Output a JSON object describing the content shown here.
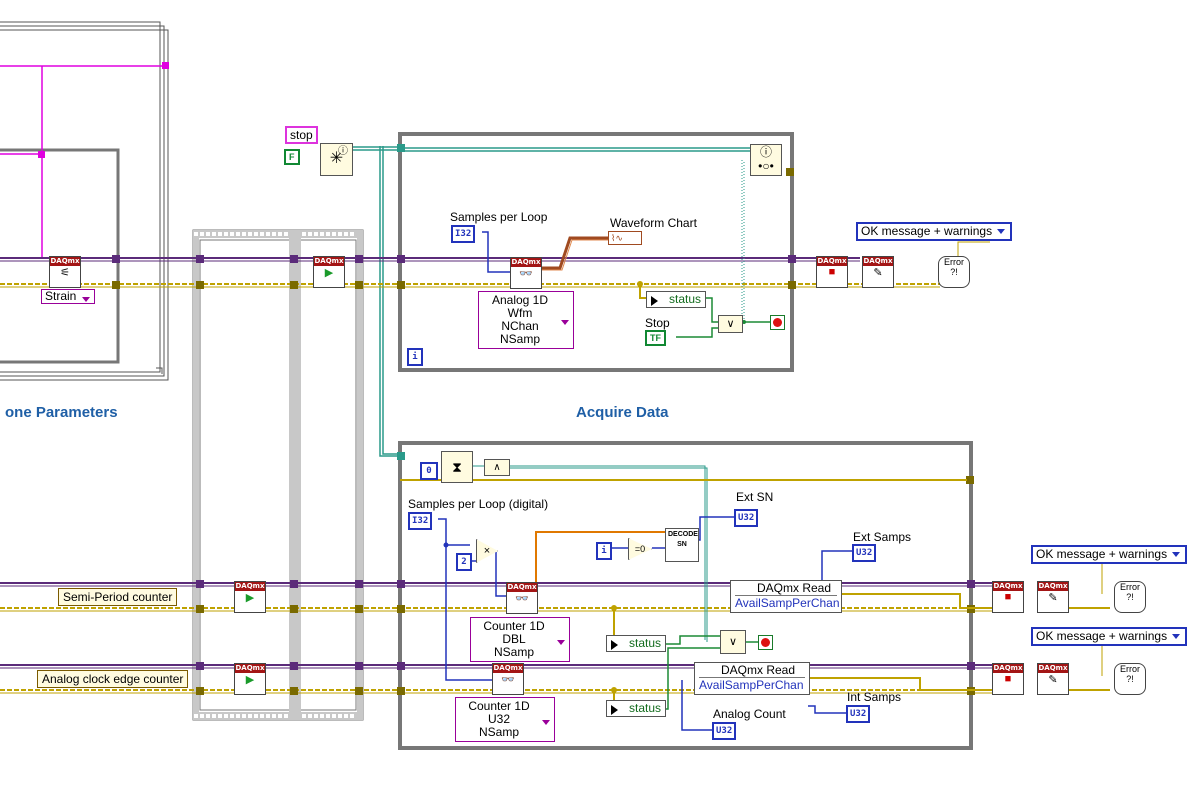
{
  "sections": {
    "left": "one Parameters",
    "center": "Acquire Data"
  },
  "top_loop": {
    "stop_control": "stop",
    "false_const": "F",
    "samples_label": "Samples per Loop",
    "samples_type": "I32",
    "read_poly": "Analog 1D Wfm\nNChan NSamp",
    "chart_label": "Waveform Chart",
    "status_label": "status",
    "stop_label": "Stop",
    "stop_type": "TF",
    "iter_label": "i"
  },
  "strain_ring": "Strain",
  "error_handlers": {
    "top": "OK message + warnings",
    "mid": "OK message + warnings",
    "bottom": "OK message + warnings"
  },
  "bottom_loop": {
    "zero_const": "0",
    "samples_digital_label": "Samples per Loop (digital)",
    "samples_digital_type": "I32",
    "mult_const": "2",
    "iter_label": "i",
    "decode_label": "DECODE\nSN",
    "ext_sn": "Ext SN",
    "ext_samps": "Ext Samps",
    "int_samps": "Int Samps",
    "analog_count": "Analog Count",
    "u32": "U32",
    "counter_dbl": "Counter 1D DBL\nNSamp",
    "counter_u32": "Counter 1D U32\nNSamp",
    "daqmx_read": "DAQmx Read",
    "avail_samp": "AvailSampPerChan",
    "status_label": "status"
  },
  "labels": {
    "semi_period": "Semi-Period counter",
    "analog_clock": "Analog clock edge counter"
  },
  "icons": [
    "daqmx-icon",
    "error-icon",
    "stop-icon",
    "start-icon",
    "clear-icon",
    "wait-icon",
    "compare-icon",
    "multiply-icon"
  ],
  "colors": {
    "error_wire": "#bfa200",
    "task_wire": "#5b2b7a",
    "pink_wire": "#e000e0",
    "orange_wire": "#e07800",
    "blue_wire": "#2233bb",
    "green_wire": "#1b8a35",
    "teal_wire": "#2a9a8a",
    "section_title": "#1f5fa6"
  }
}
